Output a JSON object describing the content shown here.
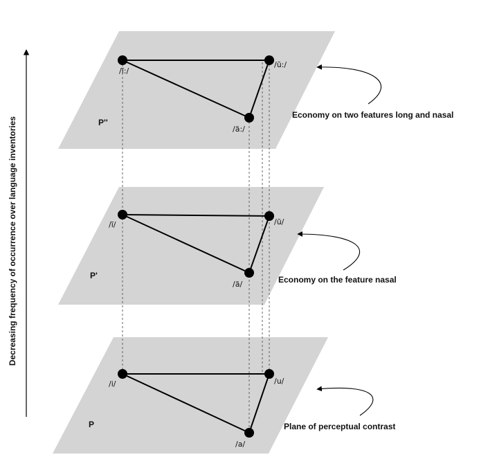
{
  "axis": {
    "label": "Decreasing frequency of occurrence over language inventories"
  },
  "colors": {
    "plane": "#d4d4d4",
    "edge": "#000000",
    "node": "#000000",
    "projection": "#555555"
  },
  "planes": [
    {
      "id": "top",
      "name": "P''",
      "annotation": "Economy on two features long and nasal",
      "nodes": {
        "left": "/ĩ:/",
        "right": "/ũ:/",
        "bottom": "/ã:/"
      }
    },
    {
      "id": "middle",
      "name": "P'",
      "annotation": "Economy on the feature nasal",
      "nodes": {
        "left": "/ĩ/",
        "right": "/ũ/",
        "bottom": "/ã/"
      }
    },
    {
      "id": "bottom",
      "name": "P",
      "annotation": "Plane of perceptual contrast",
      "nodes": {
        "left": "/i/",
        "right": "/u/",
        "bottom": "/a/"
      }
    }
  ]
}
